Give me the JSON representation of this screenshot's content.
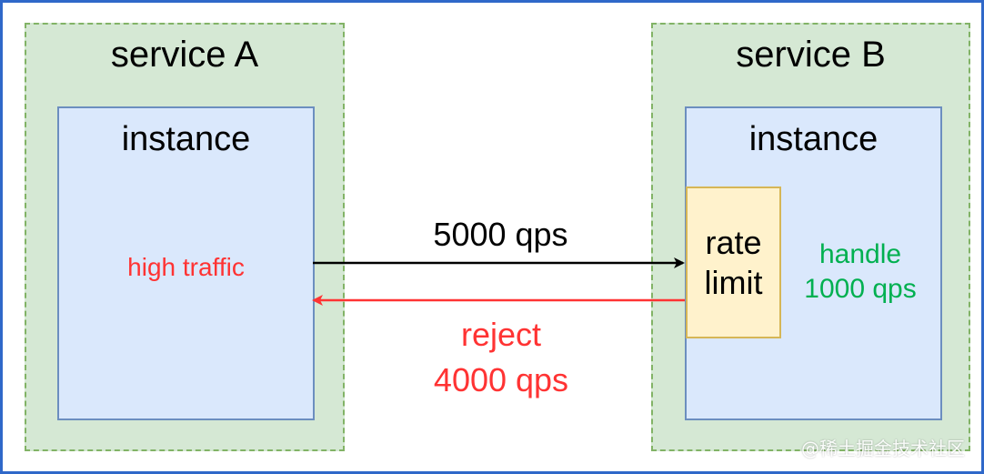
{
  "service_a": {
    "title": "service A",
    "instance_title": "instance",
    "status": "high traffic"
  },
  "service_b": {
    "title": "service B",
    "instance_title": "instance",
    "rate_limit_line1": "rate",
    "rate_limit_line2": "limit",
    "handle_line1": "handle",
    "handle_line2": "1000 qps"
  },
  "flows": {
    "request_label": "5000 qps",
    "reject_line1": "reject",
    "reject_line2": "4000 qps"
  },
  "watermark": "@稀土掘金技术社区",
  "colors": {
    "service_fill": "#d5e8d4",
    "service_border": "#82b366",
    "instance_fill": "#dae8fc",
    "instance_border": "#6c8ebf",
    "rate_limit_fill": "#fff2cc",
    "rate_limit_border": "#d6b656",
    "reject": "#ff3333",
    "handle": "#00b050",
    "frame": "#2f68c9"
  }
}
